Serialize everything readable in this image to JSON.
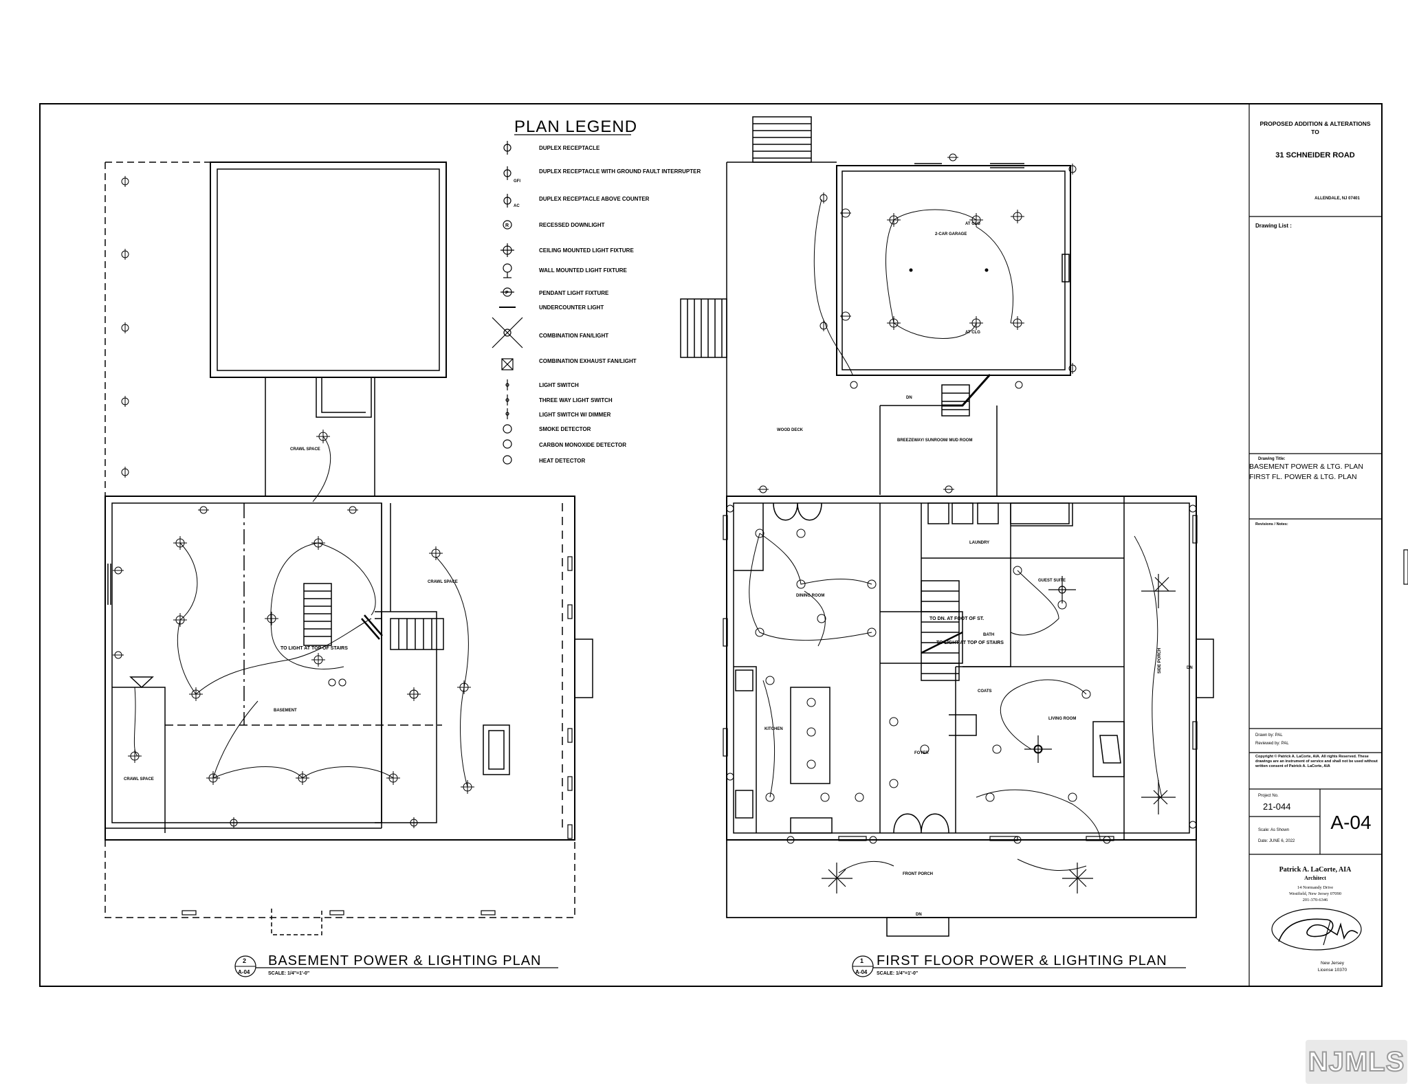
{
  "legend": {
    "title": "PLAN LEGEND",
    "items": [
      {
        "symbol": "duplex-receptacle-icon",
        "label": "DUPLEX RECEPTACLE"
      },
      {
        "symbol": "gfi-receptacle-icon",
        "label": "DUPLEX RECEPTACLE WITH GROUND FAULT INTERRUPTER",
        "tag": "GFI"
      },
      {
        "symbol": "ac-receptacle-icon",
        "label": "DUPLEX RECEPTACLE ABOVE COUNTER",
        "tag": "AC"
      },
      {
        "symbol": "recessed-downlight-icon",
        "label": "RECESSED DOWNLIGHT"
      },
      {
        "symbol": "ceiling-light-icon",
        "label": "CEILING MOUNTED LIGHT FIXTURE"
      },
      {
        "symbol": "wall-light-icon",
        "label": "WALL MOUNTED LIGHT FIXTURE"
      },
      {
        "symbol": "pendant-light-icon",
        "label": "PENDANT LIGHT FIXTURE"
      },
      {
        "symbol": "undercounter-light-icon",
        "label": "UNDERCOUNTER LIGHT"
      },
      {
        "symbol": "fan-light-icon",
        "label": "COMBINATION FAN/LIGHT"
      },
      {
        "symbol": "exhaust-fan-icon",
        "label": "COMBINATION EXHAUST FAN/LIGHT"
      },
      {
        "symbol": "light-switch-icon",
        "label": "LIGHT SWITCH"
      },
      {
        "symbol": "three-way-switch-icon",
        "label": "THREE WAY LIGHT SWITCH"
      },
      {
        "symbol": "dimmer-switch-icon",
        "label": "LIGHT SWITCH W/ DIMMER"
      },
      {
        "symbol": "smoke-detector-icon",
        "label": "SMOKE DETECTOR"
      },
      {
        "symbol": "co-detector-icon",
        "label": "CARBON MONOXIDE DETECTOR"
      },
      {
        "symbol": "heat-detector-icon",
        "label": "HEAT DETECTOR"
      }
    ]
  },
  "basement": {
    "title": "BASEMENT POWER & LIGHTING PLAN",
    "scale": "SCALE: 1/4\"=1'-0\"",
    "detail_number": "2",
    "sheet_ref": "A-04",
    "rooms": {
      "crawl_top": "CRAWL SPACE",
      "crawl_right": "CRAWL SPACE",
      "crawl_left": "CRAWL SPACE",
      "basement": "BASEMENT",
      "stair_note": "TO LIGHT AT TOP OF STAIRS"
    }
  },
  "first_floor": {
    "title": "FIRST FLOOR POWER & LIGHTING PLAN",
    "scale": "SCALE: 1/4\"=1'-0\"",
    "detail_number": "1",
    "sheet_ref": "A-04",
    "rooms": {
      "garage": "2-CAR GARAGE",
      "wood_deck": "WOOD DECK",
      "mud_room": "BREEZEWAY/ SUNROOM/ MUD ROOM",
      "dining": "DINING ROOM",
      "laundry": "LAUNDRY",
      "guest_suite": "GUEST SUITE",
      "kitchen": "KITCHEN",
      "foyer": "FOYER",
      "living": "LIVING ROOM",
      "coats": "COATS",
      "bath": "BATH",
      "side_porch": "SIDE PORCH",
      "front_porch": "FRONT PORCH",
      "at_clg_1": "AT CLG",
      "at_clg_2": "AT CLG",
      "stair_note_1": "TO DN. AT FOOT OF ST.",
      "stair_note_2": "TO LIGHT AT TOP OF STAIRS",
      "dn_1": "DN",
      "dn_2": "DN",
      "dn_3": "DN"
    }
  },
  "title_block": {
    "project_line1": "PROPOSED ADDITION & ALTERATIONS",
    "project_line2": "TO",
    "address": "31 SCHNEIDER ROAD",
    "city": "ALLENDALE, NJ 07401",
    "drawing_list_label": "Drawing List :",
    "drawing_title_label": "Drawing Title:",
    "drawing_title_1": "BASEMENT POWER & LTG. PLAN",
    "drawing_title_2": "FIRST FL. POWER & LTG. PLAN",
    "revisions_label": "Revisions / Notes:",
    "drawn_by": "Drawn by:   PAL",
    "reviewed_by": "Reviewed by:   PAL",
    "copyright": "Copyright © Patrick A. LaCorte, AIA. All rights Reserved. These drawings are an instrument of service and shall not be used without written consent of Patrick A. LaCorte, AIA",
    "project_no_label": "Project No.",
    "project_no": "21-044",
    "scale": "Scale: As Shown",
    "date": "Date:   JUNE 6, 2022",
    "sheet_number": "A-04",
    "architect_name": "Patrick A. LaCorte, AIA",
    "architect_title": "Architect",
    "address1": "14 Normandy Drive",
    "address2": "Westfield, New Jersey 07090",
    "phone": "201-370-6346",
    "license_state": "New Jersey",
    "license_no": "License 10370"
  },
  "watermark": "NJMLS"
}
